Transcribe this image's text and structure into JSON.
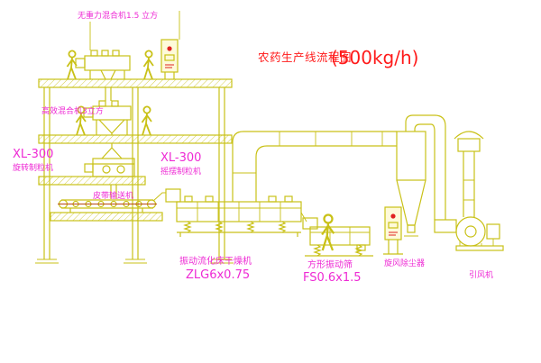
{
  "title": {
    "text": "农药生产线流程图",
    "capacity": "(500kg/h)"
  },
  "equipment_labels": {
    "top_mixer": "无重力混合机1.5 立方",
    "second_mixer": "高效混合机3立方",
    "granulator_left_model": "XL-300",
    "granulator_left_name": "旋转制粒机",
    "granulator_right_model": "XL-300",
    "granulator_right_name": "摇摆制粒机",
    "belt_conveyor": "皮带输送机",
    "dryer_name": "振动流化床干燥机",
    "dryer_model": "ZLG6x0.75",
    "screen_name": "方形振动筛",
    "screen_model": "FS0.6x1.5",
    "cyclone": "旋风除尘器",
    "fan": "引风机"
  },
  "colors": {
    "line_yellow": "#c9c117",
    "label_magenta": "#ee2ad4",
    "title_red": "#ff1a1a",
    "accent_red": "#e02121",
    "conveyor_belt_red": "#b84a10",
    "background": "#ffffff"
  }
}
